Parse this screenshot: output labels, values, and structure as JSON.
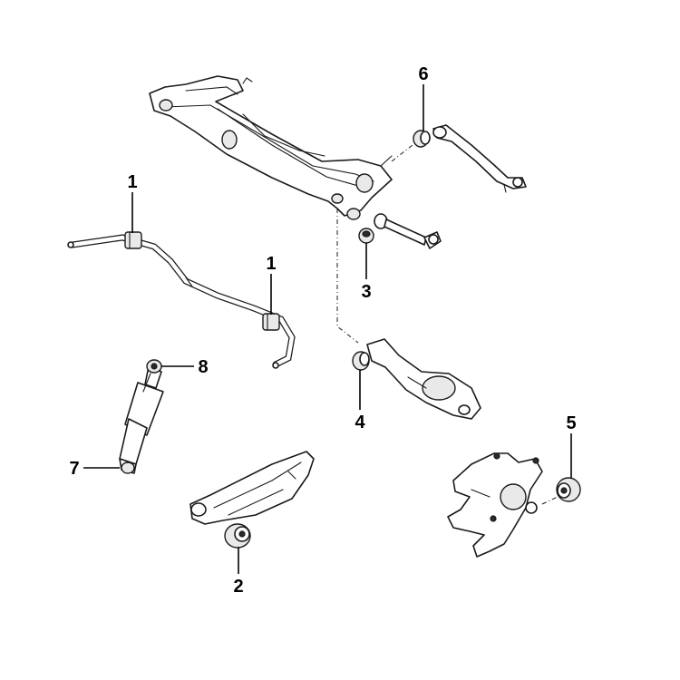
{
  "callouts": {
    "stabilizer_bushing_left": "1",
    "stabilizer_bushing_right": "1",
    "trailing_arm_bushing": "2",
    "upper_arm_bushing": "3",
    "lower_arm_bushing": "4",
    "knuckle_bushing": "5",
    "toe_link_bushing": "6",
    "shock_lower_bushing": "7",
    "shock_upper_bushing": "8"
  }
}
